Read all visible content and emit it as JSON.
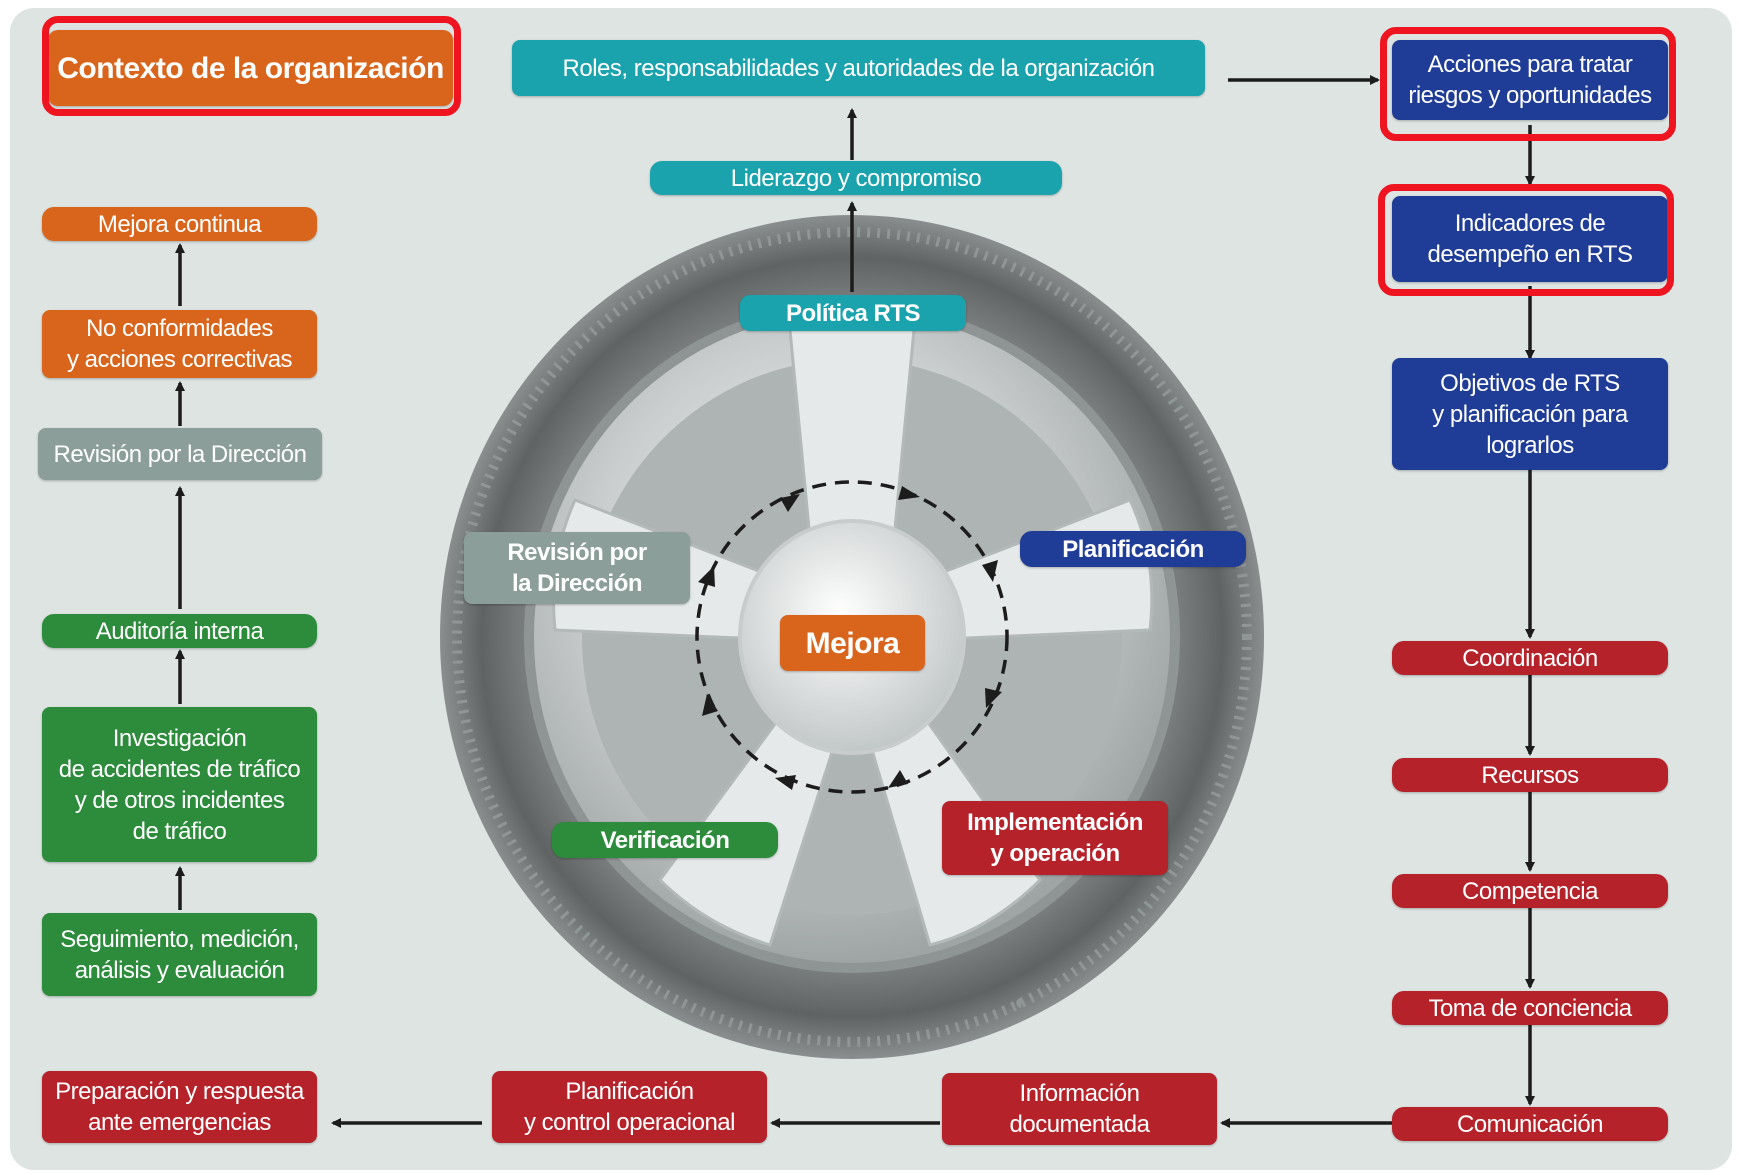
{
  "colors": {
    "orange": "#d9651c",
    "teal": "#1aa3ad",
    "navy": "#1f3c96",
    "green": "#2c8c3c",
    "red": "#b5222a",
    "grey": "#8b9e99",
    "highlight": "#ee1420"
  },
  "top": {
    "context": "Contexto de la organización",
    "roles": "Roles, responsabilidades y autoridades de la organización",
    "leadership": "Liderazgo y compromiso",
    "policy": "Política RTS"
  },
  "left": {
    "continuous_improvement": "Mejora continua",
    "nonconformities": "No conformidades\ny acciones correctivas",
    "management_review": "Revisión por la Dirección",
    "internal_audit": "Auditoría interna",
    "investigation": "Investigación\nde accidentes de tráfico\ny de otros incidentes\nde tráfico",
    "monitoring": "Seguimiento, medición,\nanálisis y evaluación"
  },
  "right": {
    "risk_actions": "Acciones para tratar\nriesgos y oportunidades",
    "indicators": "Indicadores de\ndesempeño en RTS",
    "objectives": "Objetivos de RTS\ny planificación para\nlograrlos",
    "coordination": "Coordinación",
    "resources": "Recursos",
    "competence": "Competencia",
    "awareness": "Toma de conciencia",
    "communication": "Comunicación"
  },
  "bottom": {
    "documented_info": "Información\ndocumentada",
    "operational_control": "Planificación\ny control operacional",
    "emergency": "Preparación y respuesta\nante emergencias"
  },
  "wheel": {
    "center": "Mejora",
    "review": "Revisión por\nla Dirección",
    "planning": "Planificación",
    "verification": "Verificación",
    "implementation": "Implementación\ny operación"
  }
}
